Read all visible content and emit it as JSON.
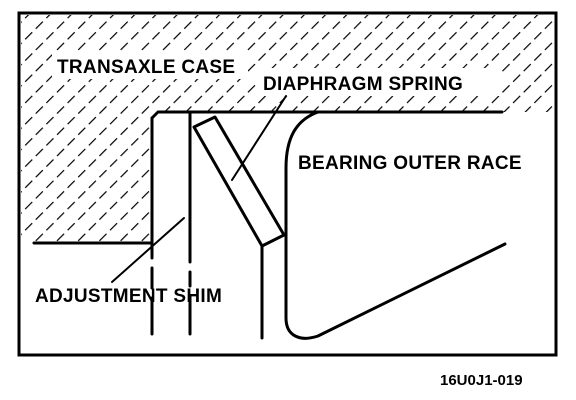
{
  "diagram": {
    "labels": {
      "transaxle_case": "TRANSAXLE CASE",
      "diaphragm_spring": "DIAPHRAGM SPRING",
      "bearing_outer_race": "BEARING OUTER RACE",
      "adjustment_shim": "ADJUSTMENT SHIM"
    },
    "figure_code": "16U0J1-019",
    "colors": {
      "ink": "#000000",
      "paper": "#ffffff"
    }
  }
}
